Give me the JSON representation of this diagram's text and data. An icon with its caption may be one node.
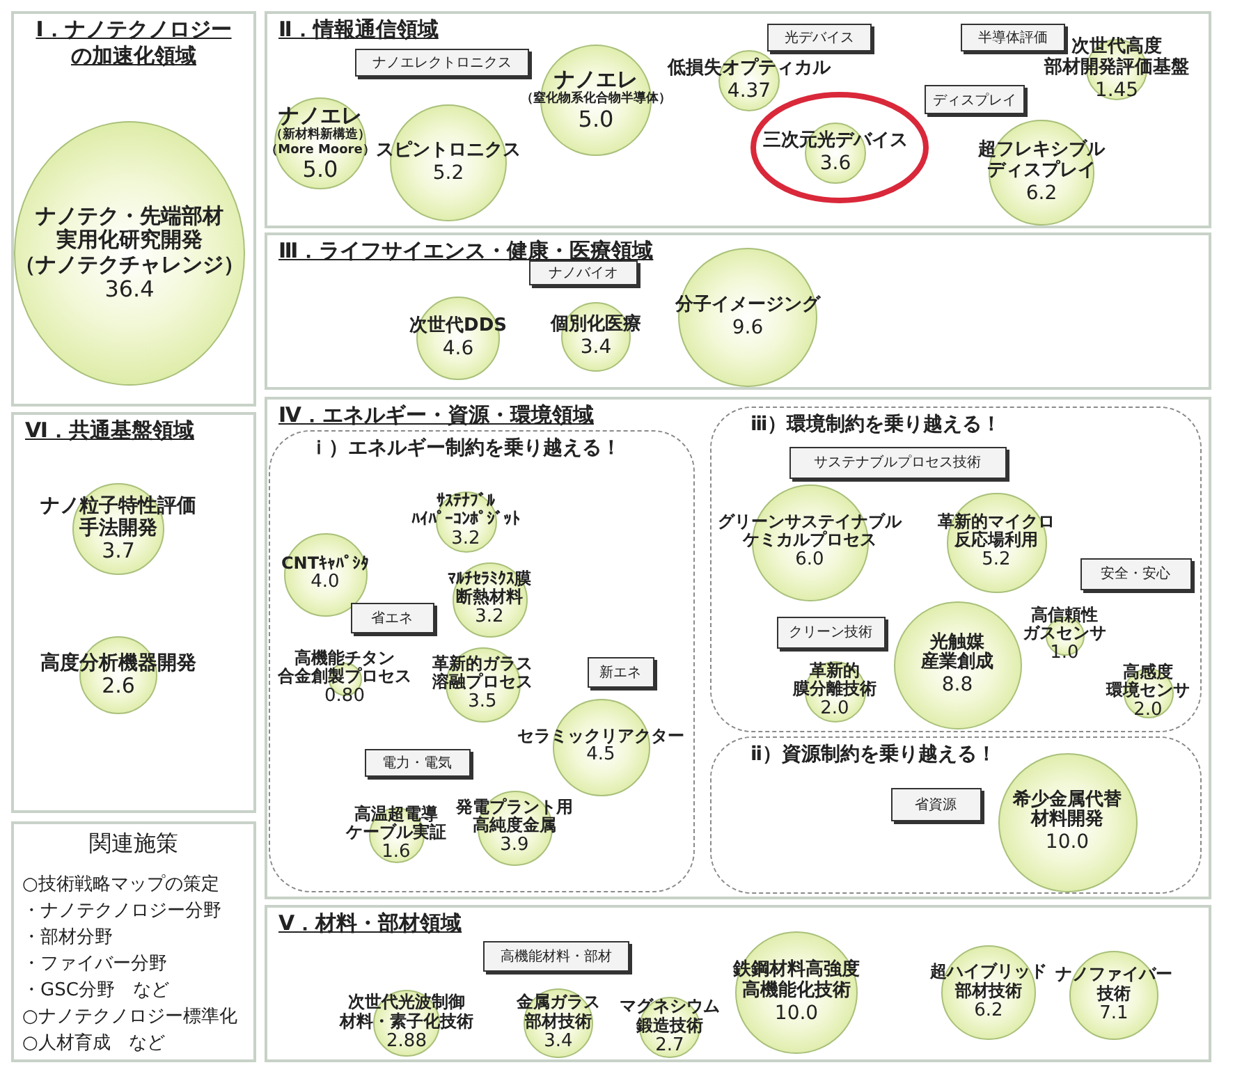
{
  "diagram": {
    "nodes": [
      {
        "text": [
          "Ⅰ．ナノテクノロジーの加速化領域"
        ]
      },
      {
        "text": [
          "ナノテク・先端部材実用化研究開発（ナノテクチャレンジ）",
          "36.4"
        ],
        "in": 0
      },
      {
        "text": [
          "Ⅱ．情報通信領域"
        ]
      },
      {
        "text": [
          "ナノエレクトロニクス"
        ],
        "in": 2
      },
      {
        "text": [
          "ナノエレ",
          "（新材料新構造）",
          "（More Moore）",
          "5.0"
        ],
        "in": 2
      },
      {
        "text": [
          "スピントロニクス",
          "5.2"
        ],
        "in": 2
      },
      {
        "text": [
          "ナノエレ",
          "（窒化物系化合物半導体）",
          "5.0"
        ],
        "in": 2
      },
      {
        "text": [
          "光デバイス"
        ],
        "in": 2
      },
      {
        "text": [
          "低損失オプティカル",
          "4.37"
        ],
        "in": 2
      },
      {
        "text": [
          "半導体評価"
        ],
        "in": 2
      },
      {
        "text": [
          "次世代高度部材開発評価基盤",
          "1.45"
        ],
        "in": 2
      },
      {
        "text": [
          "ディスプレイ"
        ],
        "in": 2
      },
      {
        "text": [
          "三次元光デバイス",
          "3.6"
        ],
        "in": 2
      },
      {
        "text": [
          "超フレキシブルディスプレイ",
          "6.2"
        ],
        "in": 2
      },
      {
        "text": [
          "Ⅲ．ライフサイエンス・健康・医療領域"
        ]
      },
      {
        "text": [
          "ナノバイオ"
        ],
        "in": 14
      },
      {
        "text": [
          "次世代DDS",
          "4.6"
        ],
        "in": 14
      },
      {
        "text": [
          "個別化医療",
          "3.4"
        ],
        "in": 14
      },
      {
        "text": [
          "分子イメージング",
          "9.6"
        ],
        "in": 14
      },
      {
        "text": [
          "Ⅵ．共通基盤領域"
        ]
      },
      {
        "text": [
          "ナノ粒子特性評価手法開発",
          "3.7"
        ],
        "in": 19
      },
      {
        "text": [
          "高度分析機器開発",
          "2.6"
        ],
        "in": 19
      },
      {
        "text": [
          "Ⅳ．エネルギー・資源・環境領域"
        ]
      },
      {
        "text": [
          "ｉ）エネルギー制約を乗り越える！"
        ],
        "in": 22
      },
      {
        "text": [
          "ｻｽﾃﾅﾌﾞﾙﾊｲﾊﾟｰｺﾝﾎﾟｼﾞｯﾄ",
          "3.2"
        ],
        "in": 23
      },
      {
        "text": [
          "CNTｷｬﾊﾟｼﾀ",
          "4.0"
        ],
        "in": 23
      },
      {
        "text": [
          "ﾏﾙﾁｾﾗﾐｸｽ膜断熱材料",
          "3.2"
        ],
        "in": 23
      },
      {
        "text": [
          "省エネ"
        ],
        "in": 23
      },
      {
        "text": [
          "高機能チタン合金創製プロセス",
          "0.80"
        ],
        "in": 23
      },
      {
        "text": [
          "革新的ガラス溶融プロセス",
          "3.5"
        ],
        "in": 23
      },
      {
        "text": [
          "新エネ"
        ],
        "in": 23
      },
      {
        "text": [
          "セラミックリアクター",
          "4.5"
        ],
        "in": 23
      },
      {
        "text": [
          "電力・電気"
        ],
        "in": 23
      },
      {
        "text": [
          "高温超電導ケーブル実証",
          "1.6"
        ],
        "in": 23
      },
      {
        "text": [
          "発電プラント用高純度金属",
          "3.9"
        ],
        "in": 23
      },
      {
        "text": [
          "ⅲ）環境制約を乗り越える！"
        ],
        "in": 22
      },
      {
        "text": [
          "サステナブルプロセス技術"
        ],
        "in": 35
      },
      {
        "text": [
          "グリーンサステイナブルケミカルプロセス",
          "6.0"
        ],
        "in": 35
      },
      {
        "text": [
          "革新的マイクロ反応場利用",
          "5.2"
        ],
        "in": 35
      },
      {
        "text": [
          "安全・安心"
        ],
        "in": 35
      },
      {
        "text": [
          "クリーン技術"
        ],
        "in": 35
      },
      {
        "text": [
          "光触媒産業創成",
          "8.8"
        ],
        "in": 35
      },
      {
        "text": [
          "高信頼性ガスセンサ",
          "1.0"
        ],
        "in": 35
      },
      {
        "text": [
          "革新的膜分離技術",
          "2.0"
        ],
        "in": 35
      },
      {
        "text": [
          "高感度環境センサ",
          "2.0"
        ],
        "in": 35
      },
      {
        "text": [
          "ⅱ）資源制約を乗り越える！"
        ],
        "in": 22
      },
      {
        "text": [
          "省資源"
        ],
        "in": 45
      },
      {
        "text": [
          "希少金属代替材料開発",
          "10.0"
        ],
        "in": 45
      },
      {
        "text": [
          "関連施策",
          "○技術戦略マップの策定",
          "・ナノテクノロジー分野",
          "・部材分野",
          "・ファイバー分野",
          "・GSC分野　など",
          "○ナノテクノロジー標準化",
          "○人材育成　など"
        ]
      },
      {
        "text": [
          "Ⅴ．材料・部材領域"
        ]
      },
      {
        "text": [
          "高機能材料・部材"
        ],
        "in": 49
      },
      {
        "text": [
          "鉄鋼材料高強度高機能化技術",
          "10.0"
        ],
        "in": 49
      },
      {
        "text": [
          "超ハイブリッド部材技術",
          "6.2"
        ],
        "in": 49
      },
      {
        "text": [
          "ナノファイバー技術",
          "7.1"
        ],
        "in": 49
      },
      {
        "text": [
          "次世代光波制御材料・素子化技術",
          "2.88"
        ],
        "in": 49
      },
      {
        "text": [
          "金属ガラス部材技術",
          "3.4"
        ],
        "in": 49
      },
      {
        "text": [
          "マグネシウム鍛造技術",
          "2.7"
        ],
        "in": 49
      }
    ]
  }
}
